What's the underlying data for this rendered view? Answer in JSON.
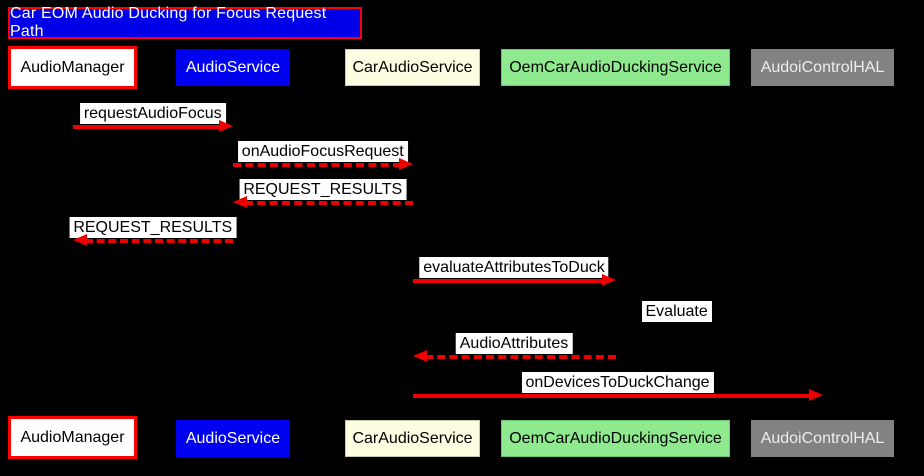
{
  "diagram": {
    "title": "Car EOM Audio Ducking for Focus Request Path",
    "title_style": {
      "bg": "#0000e8",
      "border": "#ff0000",
      "text": "#ffffff"
    },
    "arrow_color": "#ec0000",
    "background": "#000000",
    "participants": [
      {
        "id": "AudioManager",
        "label": "AudioManager",
        "bg": "#ffffff",
        "text": "#000000",
        "border": "#ff0000"
      },
      {
        "id": "AudioService",
        "label": "AudioService",
        "bg": "#0000f0",
        "text": "#ffffff",
        "border": ""
      },
      {
        "id": "CarAudioService",
        "label": "CarAudioService",
        "bg": "#fdfde2",
        "text": "#000000",
        "border": "#c9c9a5"
      },
      {
        "id": "OemCarAudioDuckingService",
        "label": "OemCarAudioDuckingService",
        "bg": "#8fe98f",
        "text": "#000000",
        "border": "#6cc76c"
      },
      {
        "id": "AudoiControlHAL",
        "label": "AudoiControlHAL",
        "bg": "#828282",
        "text": "#ededed",
        "border": ""
      }
    ],
    "messages": [
      {
        "label": "requestAudioFocus",
        "from": "AudioManager",
        "to": "AudioService",
        "line": "solid"
      },
      {
        "label": "onAudioFocusRequest",
        "from": "AudioService",
        "to": "CarAudioService",
        "line": "dashed"
      },
      {
        "label": "REQUEST_RESULTS",
        "from": "CarAudioService",
        "to": "AudioService",
        "line": "dashed"
      },
      {
        "label": "REQUEST_RESULTS",
        "from": "AudioService",
        "to": "AudioManager",
        "line": "dashed"
      },
      {
        "label": "evaluateAttributesToDuck",
        "from": "CarAudioService",
        "to": "OemCarAudioDuckingService",
        "line": "solid"
      },
      {
        "label": "Evaluate",
        "from": "OemCarAudioDuckingService",
        "to": "OemCarAudioDuckingService",
        "line": "self"
      },
      {
        "label": "AudioAttributes",
        "from": "OemCarAudioDuckingService",
        "to": "CarAudioService",
        "line": "dashed"
      },
      {
        "label": "onDevicesToDuckChange",
        "from": "CarAudioService",
        "to": "AudoiControlHAL",
        "line": "solid"
      }
    ]
  }
}
